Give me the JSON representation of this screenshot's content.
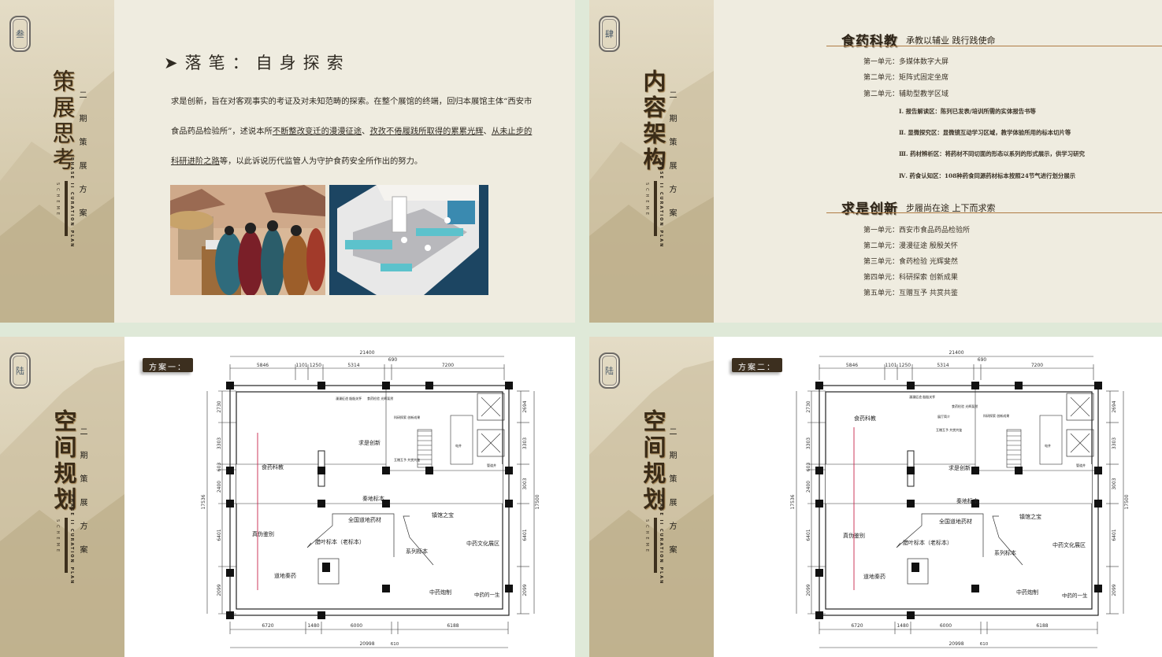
{
  "slides": {
    "reflection": {
      "badge": "叁",
      "title": "策展思考",
      "subtitle": "二期策展方案",
      "eng": "PHASE II CURATION PLAN",
      "scheme": "SCHEME",
      "heading": "➤落笔：自身探索",
      "para_a": "求是创新，旨在对客观事实的考证及对未知范畴的探索。在整个展馆的终端，回归本展馆主体“西安市食品药品检验所”，述说本所",
      "para_u1": "不断整改变迁的漫漫征途",
      "para_sep1": "、",
      "para_u2": "孜孜不倦履践所取得的累累光辉",
      "para_sep2": "、",
      "para_u3": "从未止步的科研进阶之路",
      "para_b": "等，以此诉说历代监管人为守护食药安全所作出的努力。"
    },
    "structure": {
      "badge": "肆",
      "title": "内容架构",
      "subtitle": "二期策展方案",
      "eng": "PHASE II CURATION PLAN",
      "scheme": "SCHEME",
      "sections": [
        {
          "title": "食药科教",
          "subtitle": "承教以辅业  践行践使命",
          "items": [
            "第一单元：多媒体数字大屏",
            "第二单元：矩阵式固定坐席",
            "第二单元：辅助型教学区域"
          ],
          "subitems": [
            "Ⅰ. 报告解读区：陈列已发表/培训所需的实体报告书等",
            "Ⅱ. 显微探究区：显微镜互动学习区域，教学体验所用的标本切片等",
            "Ⅲ. 药材辨析区：将药材不同切面的形态以系列的形式展示，供学习研究",
            "Ⅳ. 药食认知区：108种药食同源药材标本按照24节气进行划分展示"
          ]
        },
        {
          "title": "求是创新",
          "subtitle": "步履尚在途  上下而求索",
          "items": [
            "第一单元：西安市食品药品检验所",
            "第二单元：漫漫征途  殷殷关怀",
            "第三单元：食药检验  光辉斐然",
            "第四单元：科研探索  创新成果",
            "第五单元：互赠互予  共赏共鉴"
          ]
        }
      ]
    },
    "plan1": {
      "badge": "陆",
      "title": "空间规划",
      "subtitle": "二期策展方案",
      "eng": "PHASE II CURATION PLAN",
      "scheme": "SCHEME",
      "tag": "方案一：",
      "labels": [
        "求是创新",
        "食药科教",
        "秦地标本",
        "全国道地药材",
        "镇馆之宝",
        "真伪鉴别",
        "腊叶标本（老标本）",
        "中药文化展区",
        "系列标本",
        "道地秦药",
        "中药炮制",
        "中药的一生",
        "漫漫征途 殷殷关怀",
        "食药检验 光辉斐然",
        "科研探索 创新成果",
        "互赠互予 共赏共鉴",
        "电井",
        "管道井"
      ]
    },
    "plan2": {
      "badge": "陆",
      "title": "空间规划",
      "subtitle": "二期策展方案",
      "eng": "PHASE II CURATION PLAN",
      "scheme": "SCHEME",
      "tag": "方案二：",
      "labels": [
        "食药科教",
        "求是创新",
        "秦地标本",
        "全国道地药材",
        "镇馆之宝",
        "真伪鉴别",
        "腊叶标本（老标本）",
        "中药文化展区",
        "系列标本",
        "道地秦药",
        "中药炮制",
        "中药的一生",
        "漫漫征途 殷殷关怀",
        "食药检验 光辉斐然",
        "科研探索 创新成果",
        "互赠互予 共赏共鉴",
        "展厅简介",
        "电井",
        "管道井"
      ]
    },
    "dims": {
      "top_total": "21400",
      "top": [
        "5846",
        "1101",
        "1250",
        "5314",
        "690",
        "7200"
      ],
      "bottom_total": "20998",
      "bottom": [
        "6720",
        "1480",
        "6000",
        "610",
        "6188"
      ],
      "left_total": "17536",
      "left": [
        "2730",
        "3303",
        "603",
        "2400",
        "6401",
        "2099"
      ],
      "right_total": "17500",
      "right": [
        "2694",
        "3303",
        "3003",
        "6401",
        "2099"
      ]
    }
  },
  "colors": {
    "flow": "#c8244a",
    "accent_line": "#b07c44",
    "tag_bg": "#3c2f1f"
  }
}
